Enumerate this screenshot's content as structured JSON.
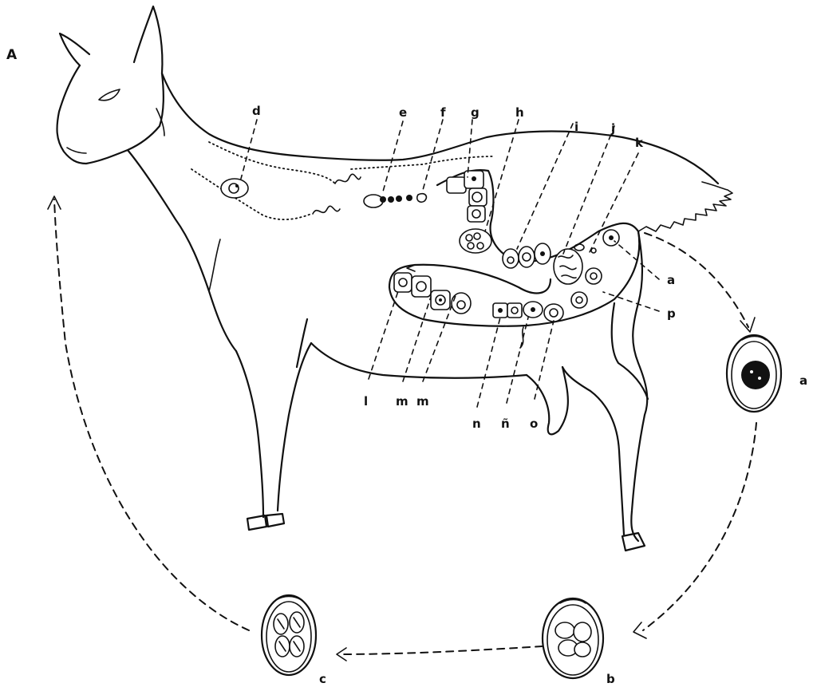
{
  "figure": {
    "panel_label": "A",
    "colors": {
      "ink": "#111111",
      "paper": "#ffffff"
    }
  },
  "host_labels": {
    "d": "d",
    "e": "e",
    "f": "f",
    "g": "g",
    "h": "h",
    "i": "i",
    "j": "j",
    "k": "k",
    "a": "a",
    "p": "p",
    "l": "l",
    "m1": "m",
    "m2": "m",
    "n": "n",
    "enye": "ñ",
    "o": "o"
  },
  "oocysts": {
    "a": {
      "label": "a"
    },
    "b": {
      "label": "b"
    },
    "c": {
      "label": "c"
    }
  }
}
